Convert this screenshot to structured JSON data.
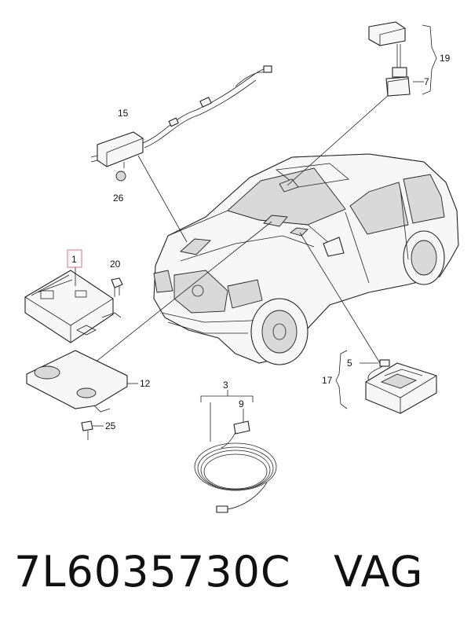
{
  "callouts": {
    "c1": "1",
    "c3": "3",
    "c5": "5",
    "c7": "7",
    "c9": "9",
    "c12": "12",
    "c15": "15",
    "c17": "17",
    "c19": "19",
    "c20": "20",
    "c25": "25",
    "c26": "26"
  },
  "caption": {
    "part_number": "7L6035730C",
    "brand": "VAG"
  },
  "colors": {
    "line": "#222222",
    "highlight_box": "#e0707a"
  }
}
